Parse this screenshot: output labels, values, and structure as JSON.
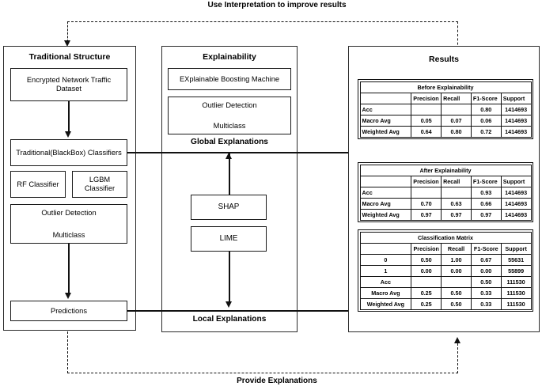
{
  "diagram": {
    "top_caption": "Use Interpretation to improve results",
    "bottom_caption": "Provide Explanations"
  },
  "traditional": {
    "title": "Traditional Structure",
    "dataset_box": "Encrypted Network Traffic Dataset",
    "blackbox_box": "Traditional(BlackBox) Classifiers",
    "rf_box": "RF Classifier",
    "lgbm_box": "LGBM Classifier",
    "outlier_title": "Outlier Detection",
    "outlier_sub": "Multiclass",
    "predictions_box": "Predictions"
  },
  "explainability": {
    "title": "Explainability",
    "ebm_box": "EXplainable Boosting Machine",
    "outlier_title": "Outlier Detection",
    "outlier_sub": "Multiclass",
    "global_label": "Global Explanations",
    "shap_box": "SHAP",
    "lime_box": "LIME",
    "local_label": "Local Explanations"
  },
  "results": {
    "title": "Results",
    "tables": [
      {
        "caption": "Before Explainability",
        "header_align": "left",
        "columns": [
          "",
          "Precision",
          "Recall",
          "F1-Score",
          "Support"
        ],
        "rows": [
          [
            "Acc",
            "",
            "",
            "0.80",
            "1414693"
          ],
          [
            "Macro Avg",
            "0.05",
            "0.07",
            "0.06",
            "1414693"
          ],
          [
            "Weighted Avg",
            "0.64",
            "0.80",
            "0.72",
            "1414693"
          ]
        ]
      },
      {
        "caption": "After Explainability",
        "header_align": "left",
        "columns": [
          "",
          "Precision",
          "Recall",
          "F1-Score",
          "Support"
        ],
        "rows": [
          [
            "Acc",
            "",
            "",
            "0.93",
            "1414693"
          ],
          [
            "Macro Avg",
            "0.70",
            "0.63",
            "0.66",
            "1414693"
          ],
          [
            "Weighted Avg",
            "0.97",
            "0.97",
            "0.97",
            "1414693"
          ]
        ]
      },
      {
        "caption": "Classification Matrix",
        "header_align": "center",
        "columns": [
          "",
          "Precision",
          "Recall",
          "F1-Score",
          "Support"
        ],
        "rows": [
          [
            "0",
            "0.50",
            "1.00",
            "0.67",
            "55631"
          ],
          [
            "1",
            "0.00",
            "0.00",
            "0.00",
            "55899"
          ],
          [
            "Acc",
            "",
            "",
            "0.50",
            "111530"
          ],
          [
            "Macro Avg",
            "0.25",
            "0.50",
            "0.33",
            "111530"
          ],
          [
            "Weighted Avg",
            "0.25",
            "0.50",
            "0.33",
            "111530"
          ]
        ]
      }
    ]
  }
}
